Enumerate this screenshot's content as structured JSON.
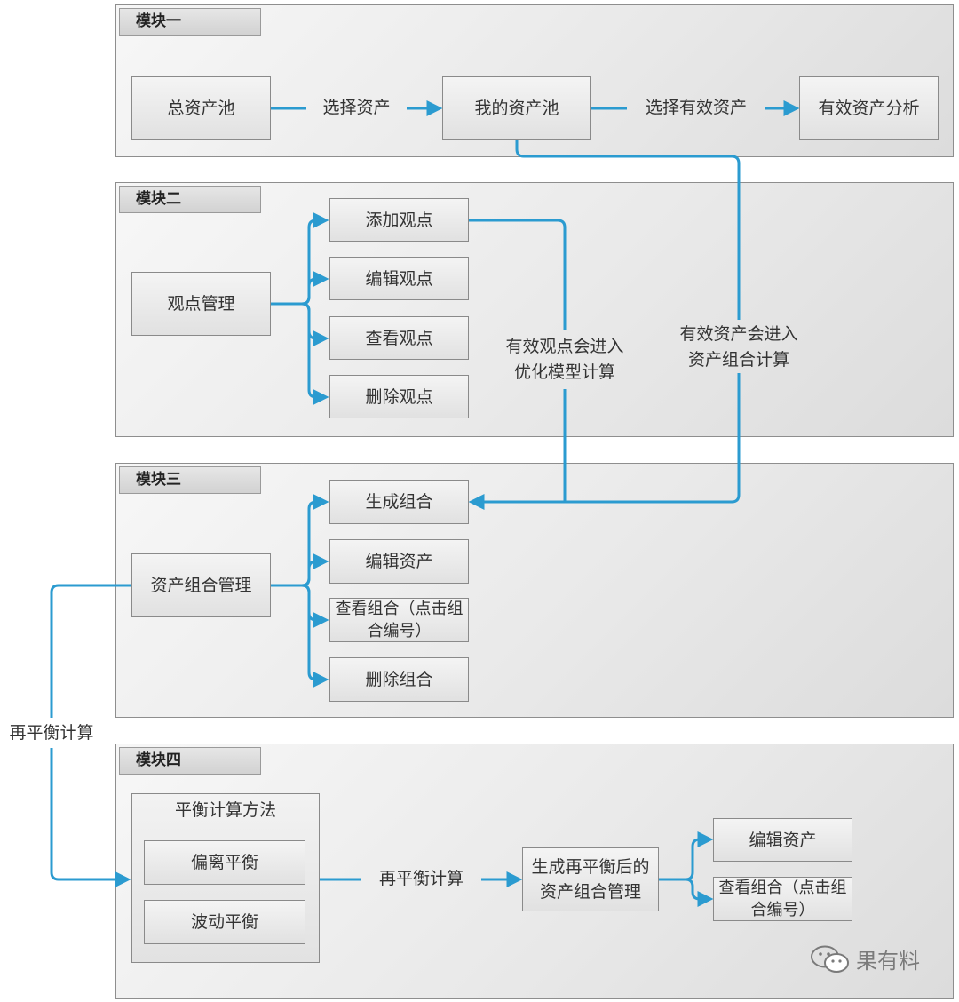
{
  "modules": [
    {
      "title": "模块一"
    },
    {
      "title": "模块二"
    },
    {
      "title": "模块三"
    },
    {
      "title": "模块四"
    }
  ],
  "m1": {
    "total_pool": "总资产池",
    "select_assets": "选择资产",
    "my_pool": "我的资产池",
    "select_valid": "选择有效资产",
    "valid_analysis": "有效资产分析"
  },
  "m2": {
    "view_mgmt": "观点管理",
    "items": [
      "添加观点",
      "编辑观点",
      "查看观点",
      "删除观点"
    ],
    "note_view": [
      "有效观点会进入",
      "优化模型计算"
    ],
    "note_asset": [
      "有效资产会进入",
      "资产组合计算"
    ]
  },
  "m3": {
    "portfolio_mgmt": "资产组合管理",
    "items": [
      "生成组合",
      "编辑资产",
      "查看组合（点击组合编号）",
      "删除组合"
    ],
    "rebalance_side": "再平衡计算"
  },
  "m4": {
    "method_title": "平衡计算方法",
    "methods": [
      "偏离平衡",
      "波动平衡"
    ],
    "rebalance_label": "再平衡计算",
    "result_box": "生成再平衡后的资产组合管理",
    "items": [
      "编辑资产",
      "查看组合（点击组合编号）"
    ]
  },
  "watermark": "果有料",
  "colors": {
    "accent": "#2b9bd0",
    "box_border": "#8a8a8a",
    "module_border": "#8e8e8e"
  }
}
